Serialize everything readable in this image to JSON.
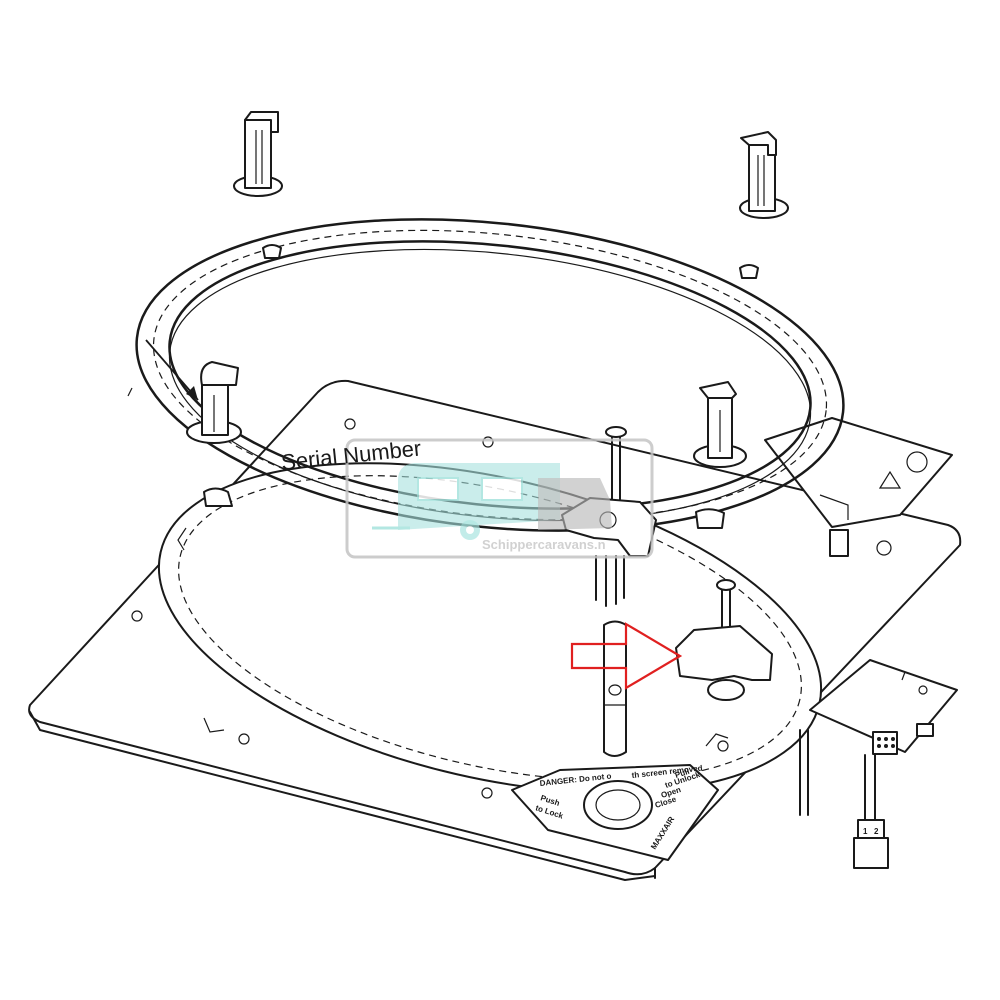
{
  "labels": {
    "serial_number": "Serial Number"
  },
  "decal": {
    "push": "Push",
    "to_lock": "to Lock",
    "pull": "Pull",
    "to_unlock": "to Unlock",
    "open": "Open",
    "close": "Close",
    "danger": "DANGER: Do not o",
    "danger_tail": "th screen removed",
    "brand": "MAXXAIR"
  },
  "connector": {
    "pin_1": "1",
    "pin_2": "2"
  },
  "watermark": {
    "text": "Schippercaravans.n"
  },
  "colors": {
    "line": "#1a1a1a",
    "callout_arrow": "#e02020",
    "watermark_teal": "#a6e3de",
    "watermark_gray": "#b8b8b8"
  }
}
